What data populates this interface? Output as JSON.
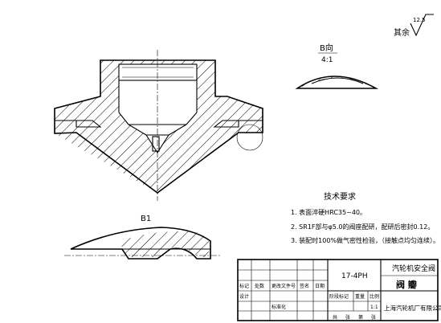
{
  "surface_finish": {
    "prefix": "其余",
    "value": "12.5"
  },
  "detail_view": {
    "title": "B向",
    "scale": "4:1"
  },
  "section_label": "B1",
  "notes": {
    "heading": "技术要求",
    "items": [
      "1. 表面淬硬HRC35~40。",
      "2. SR1F部与φ5.0的阀座配研，配研后密封0.12。",
      "3. 装配时100%做气密性检验，（接触点均匀连续）。"
    ]
  },
  "title_block": {
    "part_number": "17-4PH",
    "product_name": "汽轮机安全阀",
    "part_name": "阀  瓣",
    "company": "上海汽轮机厂有限公司",
    "header_cells": [
      "标记",
      "处数",
      "更改文件号",
      "签名",
      "日期"
    ],
    "row_labels": [
      "设计",
      "标准化"
    ],
    "sub_labels": [
      "阶段标记",
      "重量",
      "比例"
    ],
    "scale_value": "1:1",
    "sheet_labels": [
      "共",
      "张",
      "第",
      "张"
    ]
  }
}
